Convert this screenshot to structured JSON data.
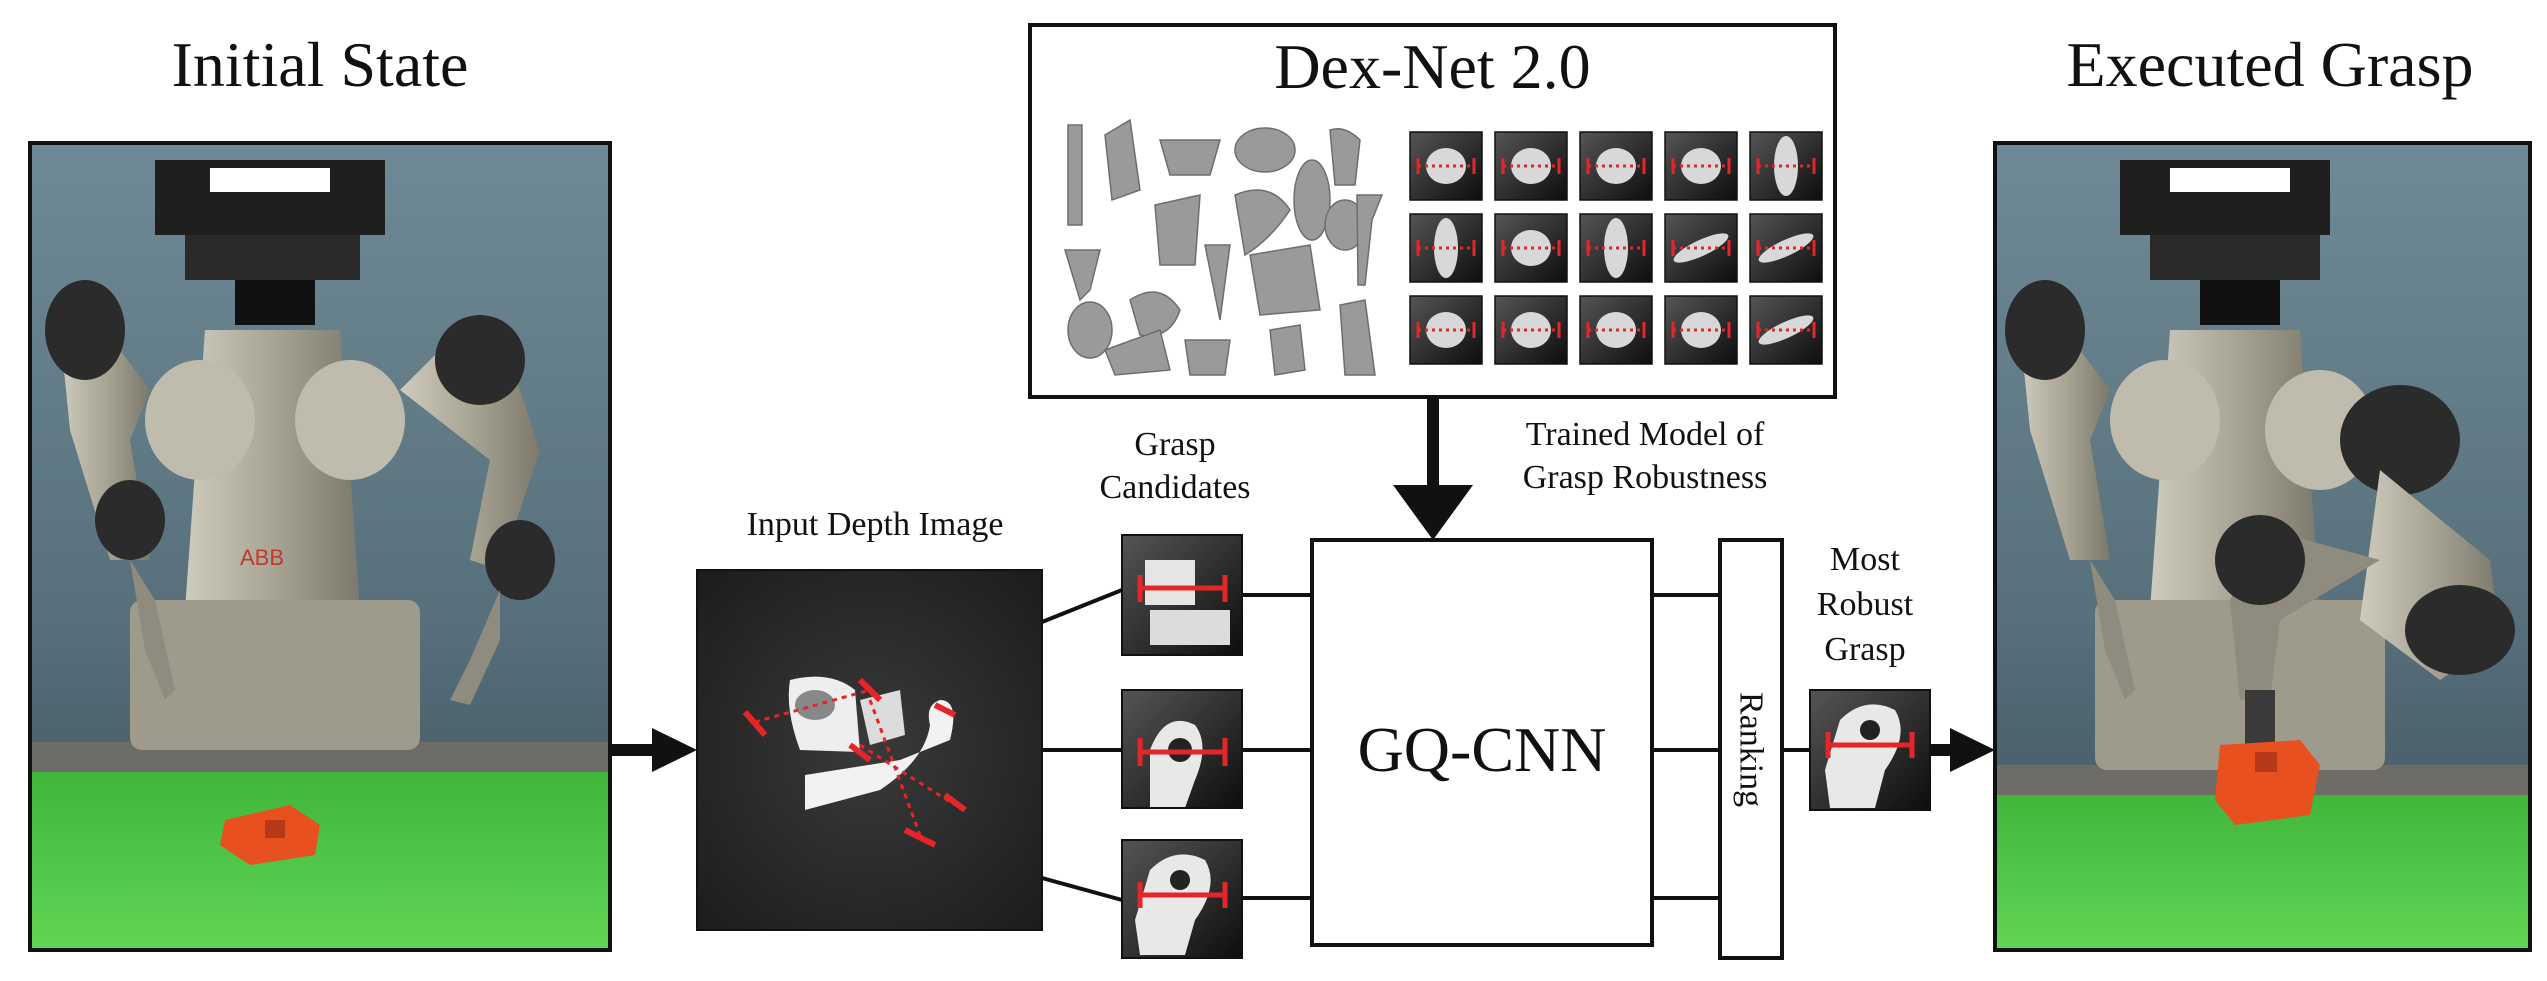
{
  "titles": {
    "initial_state": "Initial State",
    "executed_grasp": "Executed Grasp",
    "dexnet": "Dex-Net 2.0"
  },
  "labels": {
    "input_depth_image": "Input Depth Image",
    "grasp_candidates_line1": "Grasp",
    "grasp_candidates_line2": "Candidates",
    "trained_model_line1": "Trained Model of",
    "trained_model_line2": "Grasp Robustness",
    "gqcnn": "GQ-CNN",
    "ranking": "Ranking",
    "most_robust_line1": "Most",
    "most_robust_line2": "Robust",
    "most_robust_line3": "Grasp",
    "robot_logo": "ABB"
  },
  "colors": {
    "background_blue": "#5f7a86",
    "table_green": "#4cc444",
    "object_orange": "#e8501f",
    "grasp_red": "#e52528",
    "robot_gray": "#a9a595",
    "robot_dark": "#2b2b2b",
    "depth_dark": "#2a2a2a",
    "depth_object": "#eeeeee"
  },
  "icons": [
    "right-arrow-icon",
    "down-arrow-icon",
    "robot-photo",
    "depth-image",
    "object-models"
  ]
}
